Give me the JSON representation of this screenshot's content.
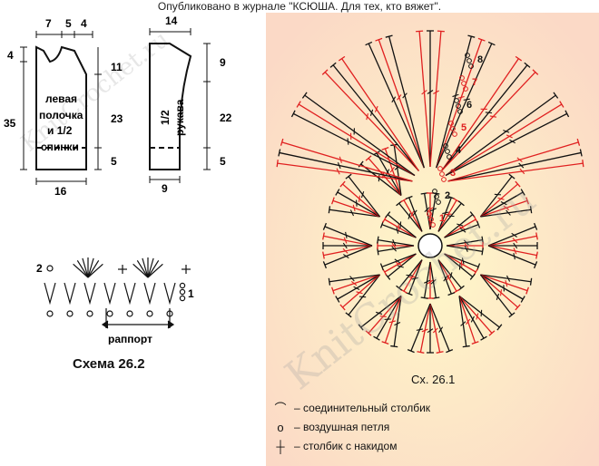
{
  "caption": "Опубликовано в журнале \"КСЮША. Для тех, кто вяжет\".",
  "pattern": {
    "front": {
      "label_lines": [
        "левая",
        "полочка",
        "и 1/2",
        "спинки"
      ],
      "dims_top": [
        "7",
        "5",
        "4"
      ],
      "dim_left_small": "4",
      "dim_left_total": "35",
      "dims_right": [
        "11",
        "23",
        "5"
      ],
      "dim_bottom": "16"
    },
    "sleeve": {
      "label_lines": [
        "1/2",
        "рукава"
      ],
      "dim_top": "14",
      "dims_right": [
        "9",
        "22",
        "5"
      ],
      "dim_bottom": "9"
    }
  },
  "schema": {
    "title": "Схема 26.2",
    "rapport_label": "раппорт",
    "row_labels": [
      "1",
      "2"
    ]
  },
  "diagram": {
    "caption": "Сх. 26.1",
    "row_numbers": [
      "1",
      "2",
      "3",
      "4",
      "5",
      "6",
      "7",
      "8"
    ],
    "colors": {
      "background": "#fde9c8",
      "red": "#e02020",
      "black": "#111111"
    }
  },
  "legend": [
    {
      "icon": "slip-stitch-icon",
      "symbol": "⌒",
      "text": "– соединительный столбик"
    },
    {
      "icon": "chain-icon",
      "symbol": "o",
      "text": "– воздушная петля"
    },
    {
      "icon": "double-crochet-icon",
      "symbol": "┼",
      "text": "– столбик с накидом"
    }
  ],
  "watermark": "KnitCrochet.ru"
}
